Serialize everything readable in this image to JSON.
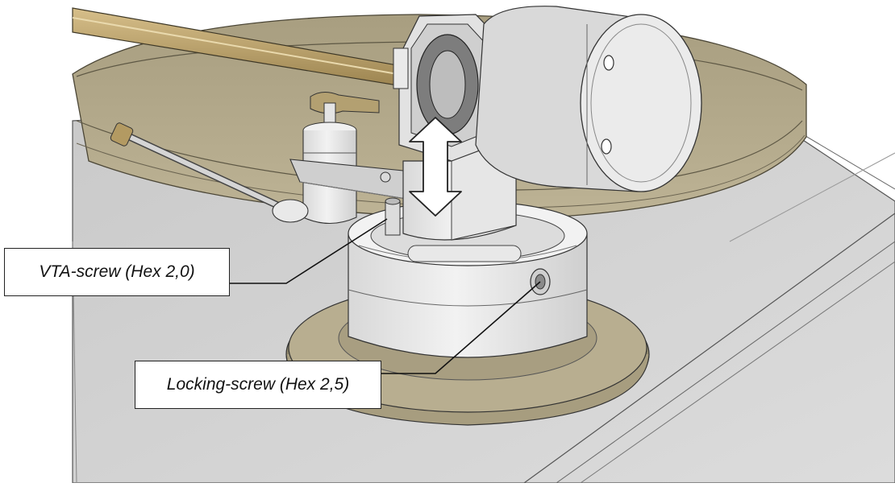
{
  "callouts": {
    "vta_screw": "VTA-screw (Hex 2,0)",
    "locking_screw": "Locking-screw (Hex 2,5)"
  },
  "colors": {
    "platter": "#b3a98b",
    "platter_dark": "#8f876c",
    "plinth": "#d4d4d4",
    "metal": "#e6e6e6",
    "arm_tube": "#c2a56a",
    "leader_line": "#111111"
  },
  "icons": {
    "adjust_arrow": "double-headed-vertical-arrow"
  }
}
